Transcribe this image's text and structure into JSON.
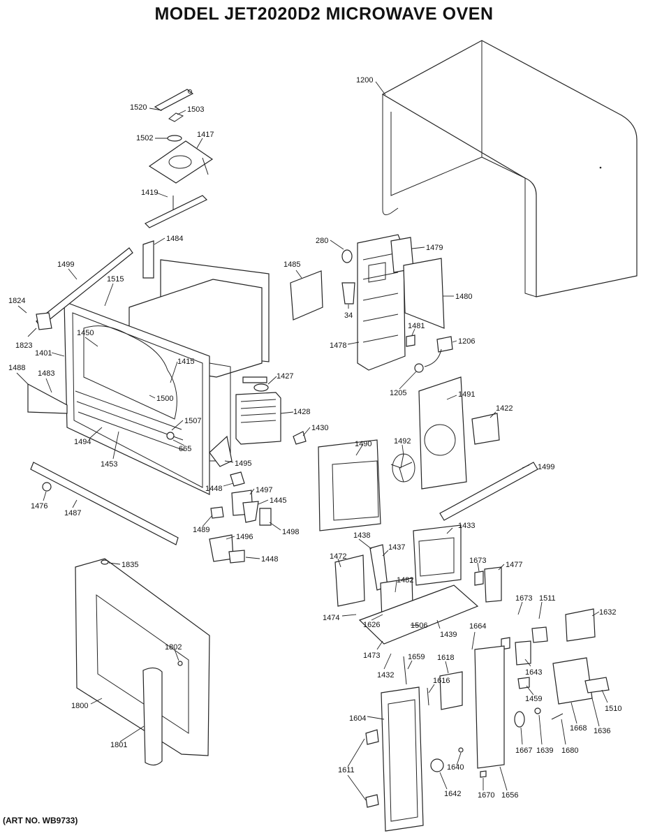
{
  "title": "MODEL JET2020D2 MICROWAVE OVEN",
  "art_no": "(ART NO. WB9733)",
  "part_labels": [
    "1200",
    "1520",
    "1503",
    "1502",
    "1417",
    "1419",
    "280",
    "1479",
    "1485",
    "34",
    "1480",
    "1484",
    "1499",
    "1515",
    "1824",
    "1823",
    "1401",
    "1450",
    "1415",
    "1427",
    "1478",
    "1481",
    "1206",
    "1488",
    "1483",
    "1500",
    "1205",
    "1491",
    "1428",
    "1422",
    "1507",
    "1430",
    "1494",
    "1453",
    "665",
    "1492",
    "1490",
    "1495",
    "1499",
    "1448",
    "1497",
    "1476",
    "1487",
    "1445",
    "1489",
    "1498",
    "1496",
    "1438",
    "1437",
    "1433",
    "1448",
    "1472",
    "1673",
    "1477",
    "1835",
    "1482",
    "1673",
    "1511",
    "1632",
    "1474",
    "1626",
    "1506",
    "1439",
    "1664",
    "1802",
    "1473",
    "1659",
    "1618",
    "1643",
    "1432",
    "1616",
    "1459",
    "1510",
    "1800",
    "1604",
    "1668",
    "1636",
    "1667",
    "1639",
    "1680",
    "1801",
    "1640",
    "1611",
    "1642",
    "1670",
    "1656"
  ]
}
